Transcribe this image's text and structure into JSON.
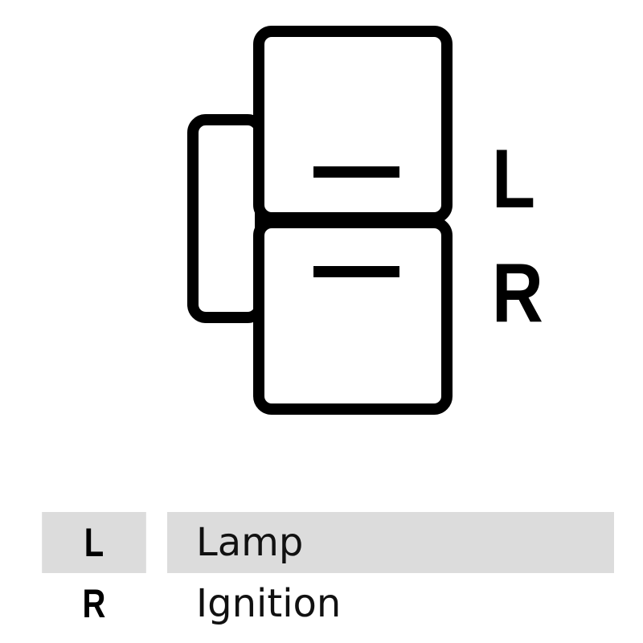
{
  "diagram": {
    "pin_labels": [
      "L",
      "R"
    ],
    "stroke_color": "#000000"
  },
  "legend": {
    "rows": [
      {
        "key": "L",
        "value": "Lamp"
      },
      {
        "key": "R",
        "value": "Ignition"
      }
    ],
    "highlight_color": "#dcdcdc"
  }
}
